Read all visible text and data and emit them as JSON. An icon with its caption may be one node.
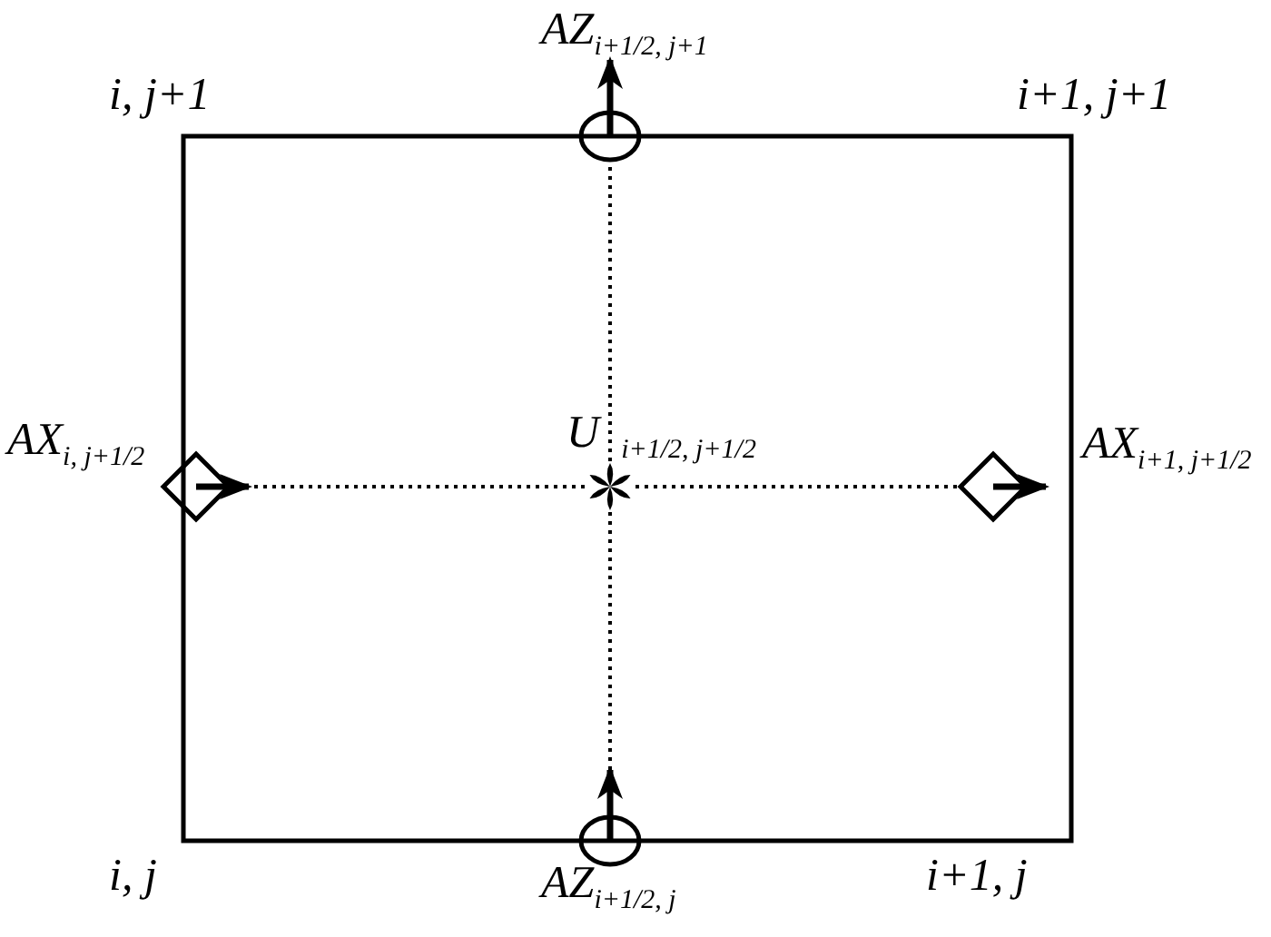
{
  "diagram": {
    "nodes": [
      {
        "text": [
          "AZ$_{i+1/2, j+1}$"
        ]
      },
      {
        "text": [
          "AX$_{i, j+1/2}$"
        ]
      },
      {
        "text": [
          "U$_{i+1/2, j+1/2}$"
        ]
      },
      {
        "text": [
          "AX$_{i+1, j+1/2}$"
        ]
      },
      {
        "text": [
          "AZ$_{i+1/2, j}$"
        ]
      }
    ],
    "edges": [
      {
        "from": 2,
        "to": 0,
        "arrow": "none",
        "style": "dashed"
      },
      {
        "from": 2,
        "to": 1,
        "arrow": "none",
        "style": "dashed"
      },
      {
        "from": 2,
        "to": 3,
        "arrow": "none",
        "style": "dashed"
      },
      {
        "from": 2,
        "to": 4,
        "arrow": "none",
        "style": "dashed"
      }
    ],
    "labels": [
      "i, j+1",
      "i+1, j+1",
      "i, j",
      "i+1, j"
    ]
  }
}
